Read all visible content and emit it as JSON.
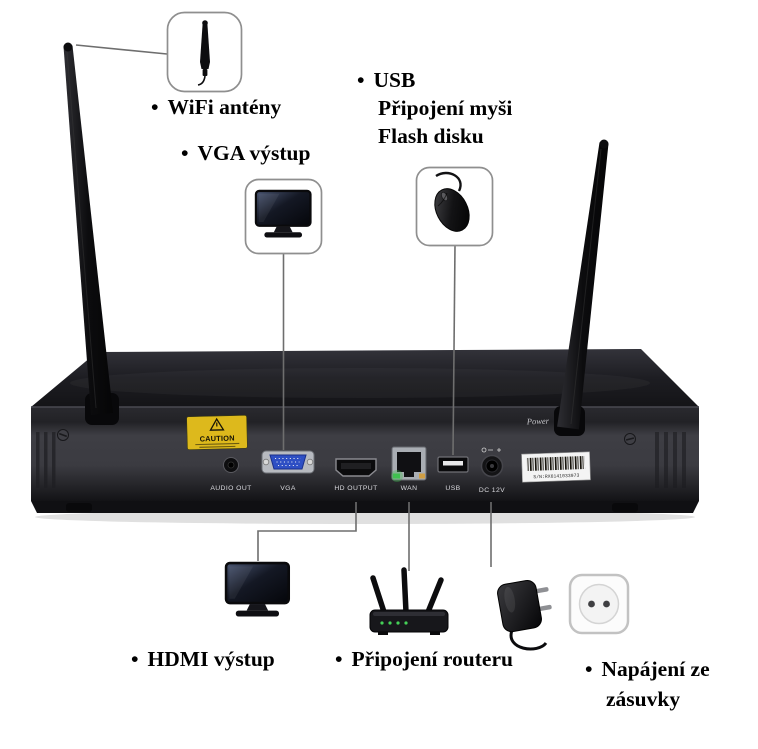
{
  "callouts": {
    "wifi": {
      "bullet": "•",
      "label": "WiFi antény"
    },
    "vga": {
      "bullet": "•",
      "label": "VGA výstup"
    },
    "usb": {
      "bullet": "•",
      "line1": "USB",
      "line2": "Připojení myši",
      "line3": "Flash disku"
    },
    "hdmi": {
      "bullet": "•",
      "label": "HDMI výstup"
    },
    "router": {
      "bullet": "•",
      "label": "Připojení routeru"
    },
    "power": {
      "bullet": "•",
      "line1": "Napájení ze",
      "line2": "zásuvky"
    }
  },
  "device": {
    "caution": "CAUTION",
    "power_label": "Power",
    "serial": "S/N:RX6141033973",
    "ports": {
      "audio": "AUDIO OUT",
      "vga": "VGA",
      "hdmi": "HD OUTPUT",
      "wan": "WAN",
      "usb": "USB",
      "dc": "DC 12V"
    }
  },
  "icons": {
    "top_left": "wifi-antenna-icon",
    "vga_box": "monitor-icon",
    "usb_box": "mouse-icon",
    "bottom_left": "monitor-icon",
    "bottom_mid": "router-icon",
    "bottom_right_adapter": "power-adapter-icon",
    "bottom_right_socket": "wall-socket-icon"
  },
  "colors": {
    "callout_line": "#6e6e6e",
    "box_border": "#8f8f8f",
    "device_body": "#1b1b1e",
    "vga_blue": "#2e4fc4",
    "caution_yellow": "#ddb91c",
    "wan_led_green": "#3fc24f",
    "label_text": "#000000",
    "port_label_text": "#d9d9de"
  }
}
